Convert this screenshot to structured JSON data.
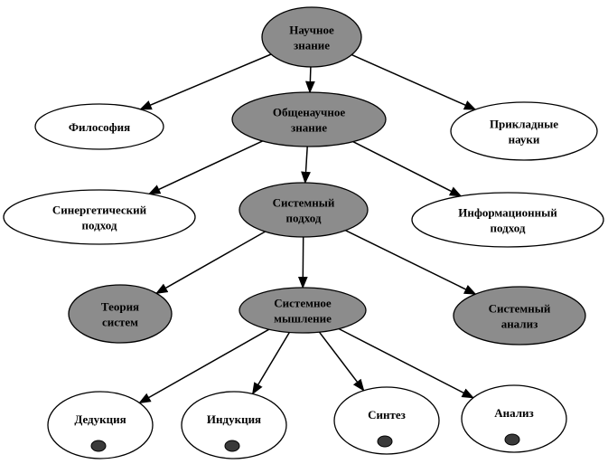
{
  "title": "Научное знание — иерархия подходов",
  "colors": {
    "filled": "#8c8c8c",
    "empty": "#ffffff",
    "stroke": "#000000",
    "dot": "#3a3a3a"
  },
  "nodes": {
    "scientific_knowledge": {
      "lines": [
        "Научное",
        "знание"
      ],
      "style": "filled"
    },
    "philosophy": {
      "lines": [
        "Философия"
      ],
      "style": "empty"
    },
    "general_scientific": {
      "lines": [
        "Общенаучное",
        "знание"
      ],
      "style": "filled"
    },
    "applied_sciences": {
      "lines": [
        "Прикладные",
        "науки"
      ],
      "style": "empty"
    },
    "synergetic_approach": {
      "lines": [
        "Синергетический",
        "подход"
      ],
      "style": "empty"
    },
    "system_approach": {
      "lines": [
        "Системный",
        "подход"
      ],
      "style": "filled"
    },
    "information_approach": {
      "lines": [
        "Информационный",
        "подход"
      ],
      "style": "empty"
    },
    "system_theory": {
      "lines": [
        "Теория",
        "систем"
      ],
      "style": "filled"
    },
    "system_thinking": {
      "lines": [
        "Системное",
        "мышление"
      ],
      "style": "filled"
    },
    "system_analysis": {
      "lines": [
        "Системный",
        "анализ"
      ],
      "style": "filled"
    },
    "deduction": {
      "lines": [
        "Дедукция"
      ],
      "style": "empty",
      "bullet": true
    },
    "induction": {
      "lines": [
        "Индукция"
      ],
      "style": "empty",
      "bullet": true
    },
    "synthesis": {
      "lines": [
        "Синтез"
      ],
      "style": "empty",
      "bullet": true
    },
    "analysis": {
      "lines": [
        "Анализ"
      ],
      "style": "empty",
      "bullet": true
    }
  },
  "edges": [
    {
      "from": "scientific_knowledge",
      "to": "philosophy"
    },
    {
      "from": "scientific_knowledge",
      "to": "general_scientific"
    },
    {
      "from": "scientific_knowledge",
      "to": "applied_sciences"
    },
    {
      "from": "general_scientific",
      "to": "synergetic_approach"
    },
    {
      "from": "general_scientific",
      "to": "system_approach"
    },
    {
      "from": "general_scientific",
      "to": "information_approach"
    },
    {
      "from": "system_approach",
      "to": "system_theory"
    },
    {
      "from": "system_approach",
      "to": "system_thinking"
    },
    {
      "from": "system_approach",
      "to": "system_analysis"
    },
    {
      "from": "system_thinking",
      "to": "deduction"
    },
    {
      "from": "system_thinking",
      "to": "induction"
    },
    {
      "from": "system_thinking",
      "to": "synthesis"
    },
    {
      "from": "system_thinking",
      "to": "analysis"
    }
  ]
}
